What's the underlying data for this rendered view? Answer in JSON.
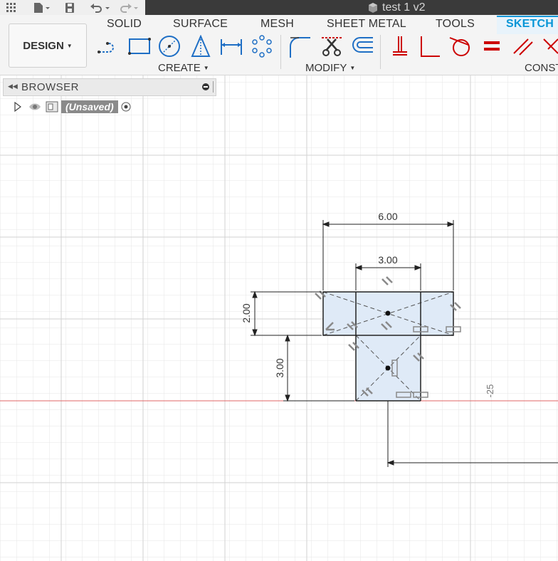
{
  "quick_access": {
    "document_title": "test 1 v2"
  },
  "ribbon": {
    "workspace_label": "DESIGN",
    "tabs": [
      {
        "label": "SOLID"
      },
      {
        "label": "SURFACE"
      },
      {
        "label": "MESH"
      },
      {
        "label": "SHEET METAL"
      },
      {
        "label": "TOOLS"
      },
      {
        "label": "SKETCH"
      }
    ],
    "groups": {
      "create": "CREATE",
      "modify": "MODIFY",
      "constraints": "CONST"
    }
  },
  "browser": {
    "title": "BROWSER",
    "root_item": "(Unsaved)"
  },
  "sketch": {
    "dimensions": {
      "top_width": "6.00",
      "inner_width": "3.00",
      "top_height": "2.00",
      "bottom_height": "3.00"
    },
    "axis_label": "-25"
  },
  "colors": {
    "accent": "#0696d7",
    "grid_minor": "#e6e6e6",
    "grid_major": "#d2d2d2",
    "axis_red": "#e06666",
    "sketch_fill": "#dfeaf7"
  }
}
